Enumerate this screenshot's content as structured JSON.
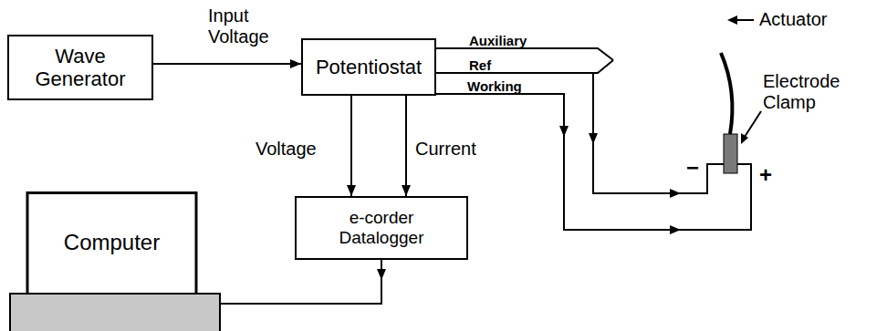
{
  "diagram": {
    "nodes": [
      {
        "text": [
          "Wave Generator"
        ]
      },
      {
        "text": [
          "Potentiostat"
        ]
      },
      {
        "text": [
          "Computer"
        ]
      },
      {
        "text": [
          "e-corder Datalogger"
        ]
      }
    ],
    "edges": [
      {
        "from": 0,
        "to": 1,
        "label": "Input Voltage",
        "arrow": "to"
      },
      {
        "from": 1,
        "to": 3,
        "label": "Voltage",
        "arrow": "to"
      },
      {
        "from": 1,
        "to": 3,
        "label": "Current",
        "arrow": "to"
      },
      {
        "from": 3,
        "to": 2,
        "arrow": "to"
      }
    ],
    "labels": [
      "Auxiliary",
      "Ref",
      "Working",
      "Actuator",
      "Electrode Clamp",
      "−",
      "+"
    ]
  }
}
